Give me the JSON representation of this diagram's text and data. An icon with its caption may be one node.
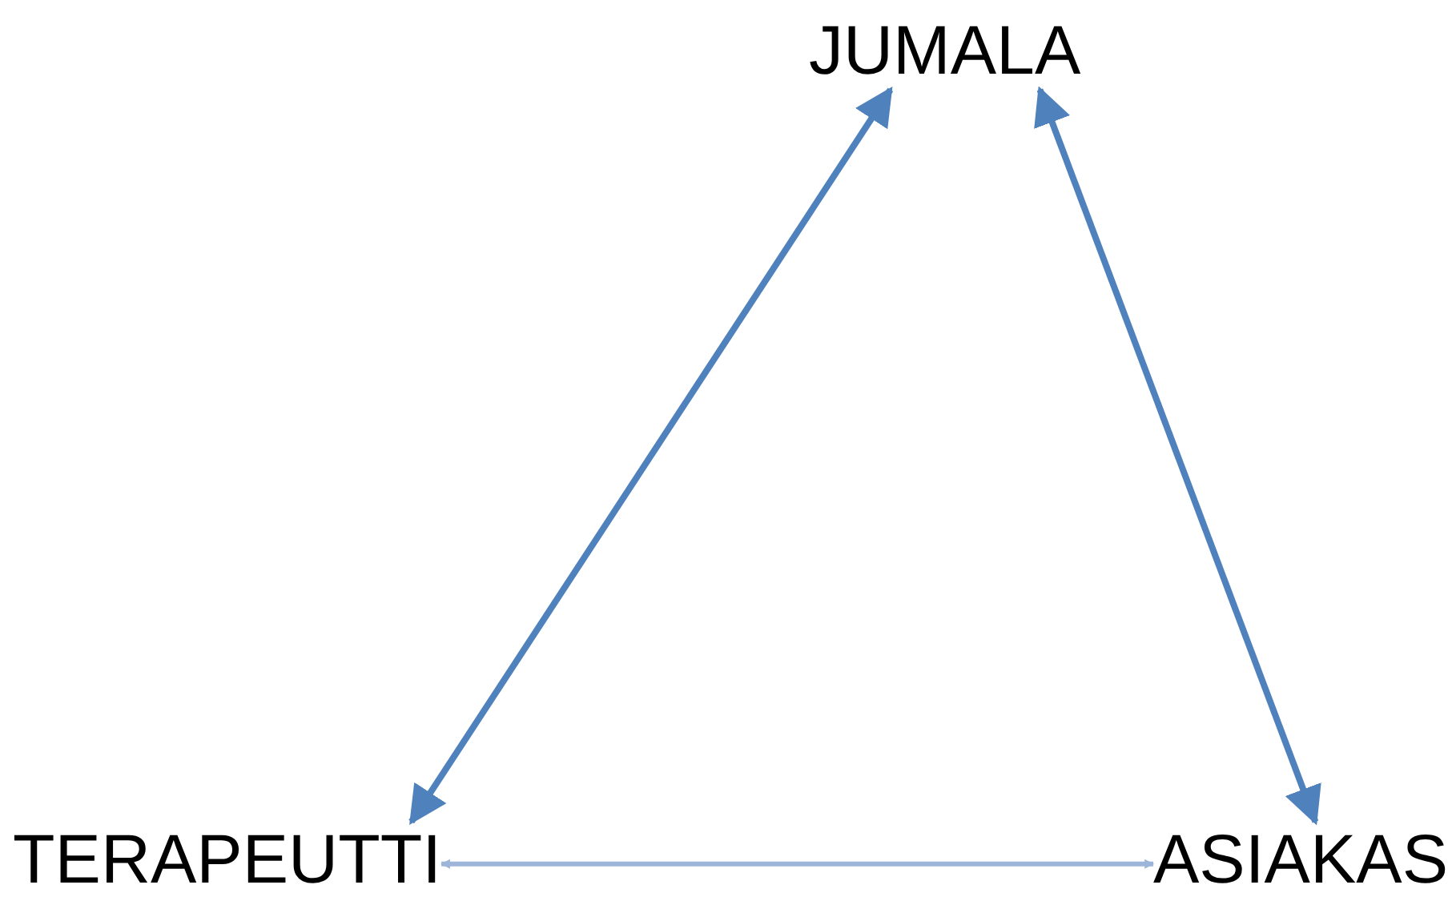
{
  "diagram": {
    "nodes": [
      {
        "text": [
          "JUMALA"
        ]
      },
      {
        "text": [
          "TERAPEUTTI"
        ]
      },
      {
        "text": [
          "ASIAKAS"
        ]
      }
    ],
    "edges": [
      {
        "from": 0,
        "to": 1,
        "arrow": "both"
      },
      {
        "from": 0,
        "to": 2,
        "arrow": "both"
      },
      {
        "from": 2,
        "to": 1,
        "arrow": "both",
        "color": "#9db5d8"
      }
    ]
  }
}
